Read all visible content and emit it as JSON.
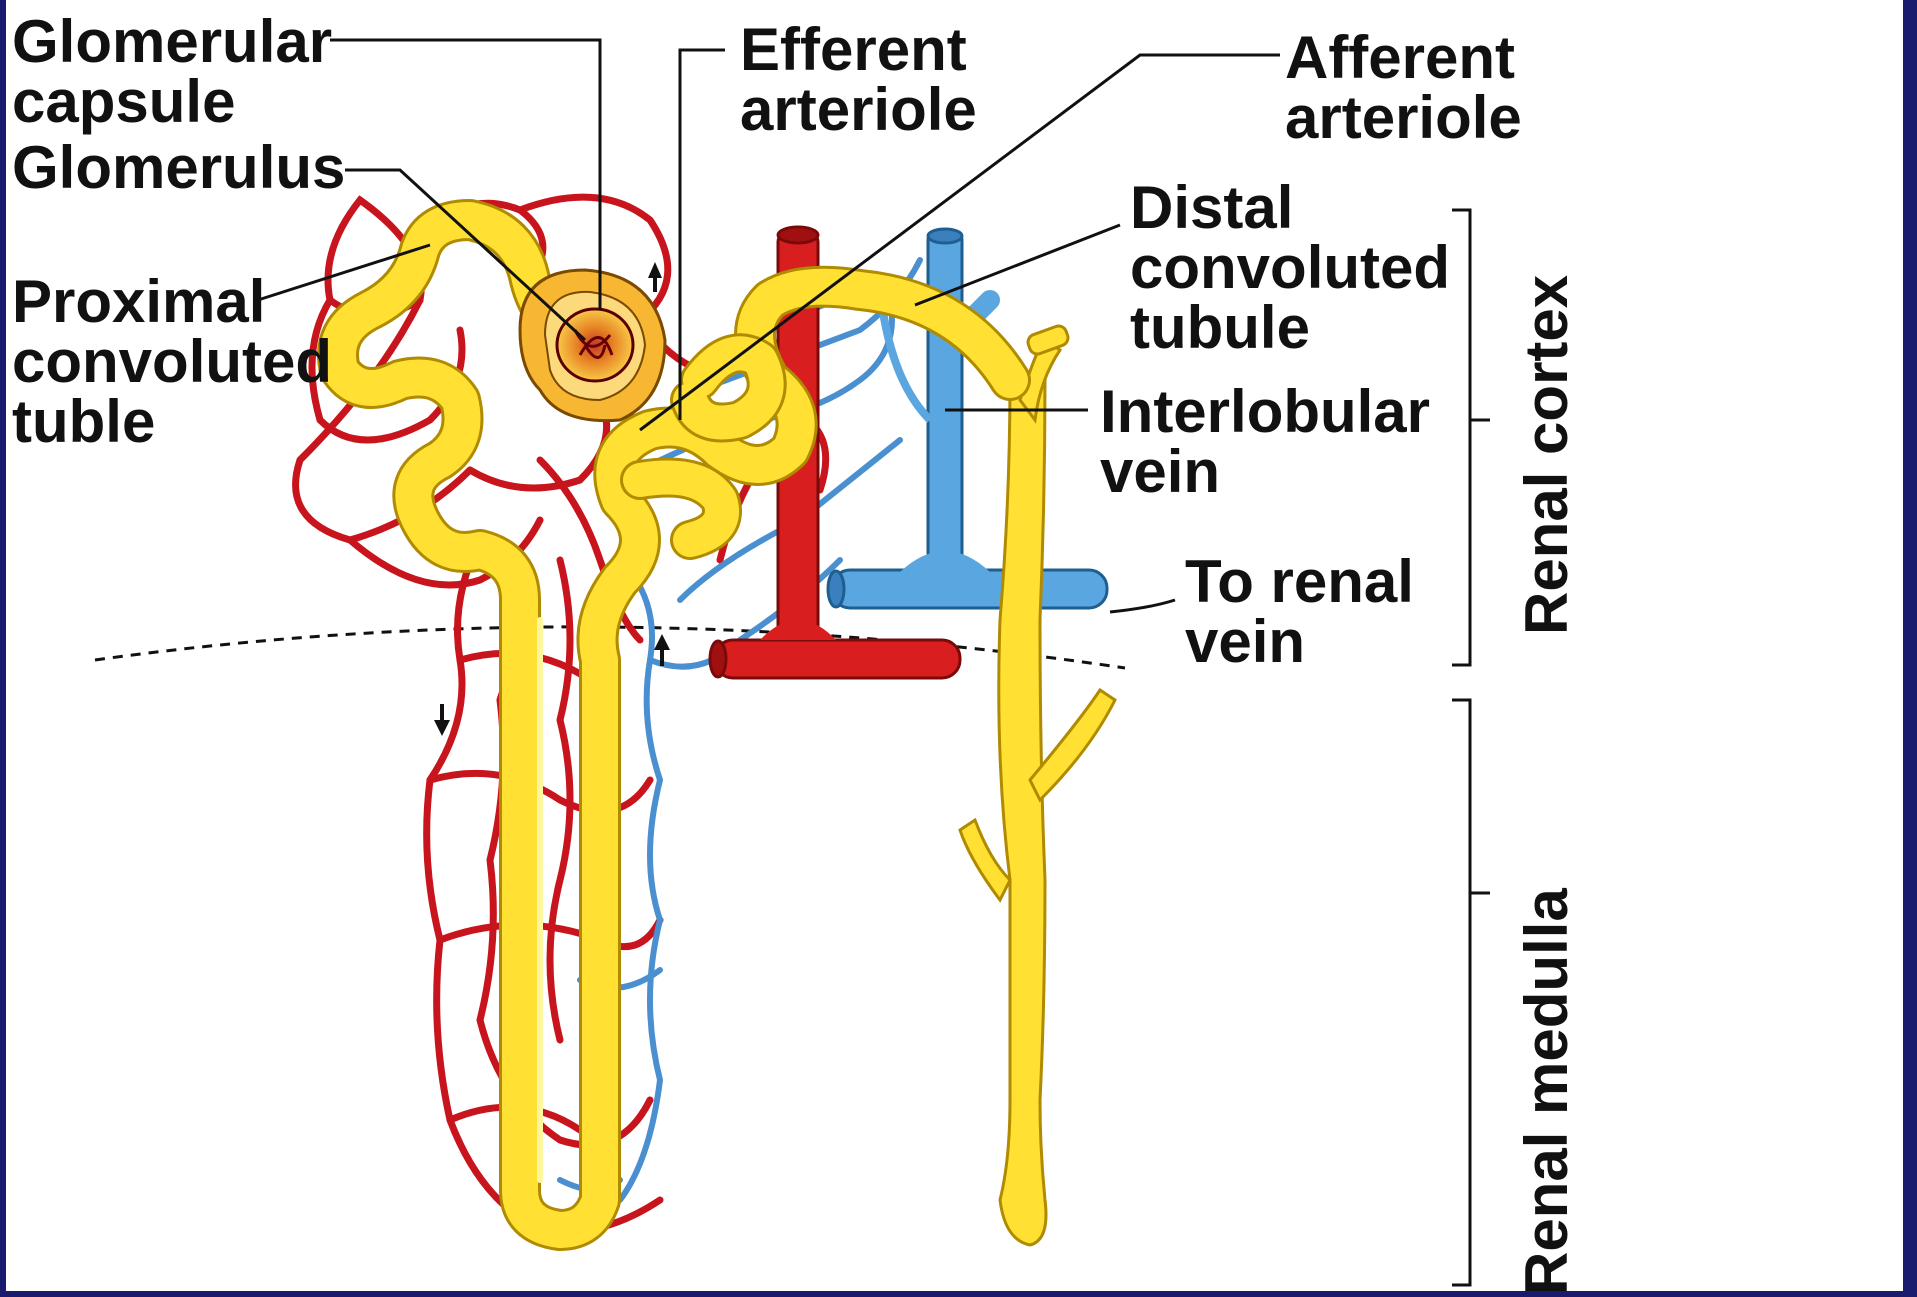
{
  "labels": {
    "glomerular_capsule": [
      "Glomerular",
      "capsule"
    ],
    "glomerulus": [
      "Glomerulus"
    ],
    "proximal": [
      "Proximal",
      "convoluted",
      "tuble"
    ],
    "efferent": [
      "Efferent",
      "arteriole"
    ],
    "afferent": [
      "Afferent",
      "arteriole"
    ],
    "distal": [
      "Distal",
      "convoluted",
      "tubule"
    ],
    "interlobular": [
      "Interlobular",
      "vein"
    ],
    "to_renal": [
      "To renal",
      "vein"
    ]
  },
  "regions": {
    "cortex": "Renal cortex",
    "medulla": "Renal medulla"
  },
  "colors": {
    "tubule": "#ffe033",
    "tubule_outline": "#b08a00",
    "artery": "#d81e1e",
    "vein": "#5aa6e0",
    "capsule": "#f5a623",
    "frame": "#1a1a6e"
  }
}
